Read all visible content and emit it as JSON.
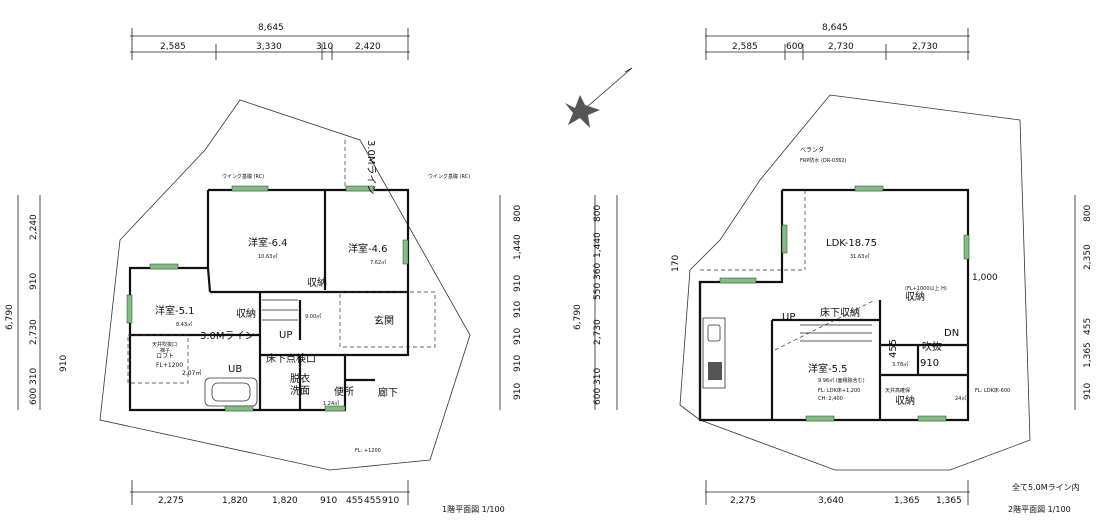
{
  "plan1": {
    "caption": "1階平面図  1/100",
    "top_total": "8,645",
    "top_dims": [
      "2,585",
      "3,330",
      "310",
      "2,420"
    ],
    "bottom_dims": [
      "2,275",
      "1,820",
      "1,820",
      "910",
      "455",
      "455",
      "910"
    ],
    "left_total": "6,790",
    "left_dims": [
      "2,240",
      "910",
      "2,730",
      "310",
      "600"
    ],
    "left_small": "910",
    "right_dims": [
      "800",
      "1,440",
      "910",
      "910",
      "910",
      "910",
      "910"
    ],
    "rooms": {
      "youshitsu64": "洋室-6.4",
      "youshitsu64_area": "10.63㎡",
      "youshitsu46": "洋室-4.6",
      "youshitsu46_area": "7.62㎡",
      "youshitsu51": "洋室-5.1",
      "youshitsu51_area": "8.43㎡",
      "shuno1": "収納",
      "shuno2": "収納",
      "genkan": "玄関",
      "rouka": "廊下",
      "toilet": "便所",
      "toilet_area": "1.24㎡",
      "datsui": "脱衣",
      "senmen": "洗面",
      "ub": "UB",
      "yuka_tenken": "床下点検口",
      "up": "UP",
      "line30": "3.0Mライン",
      "line30v": "3.0Mライン",
      "loft": "ロフト",
      "loft_fl": "FL+1200",
      "loft_area": "2.07㎡",
      "fukinuke": "天井吹抜口",
      "hashigo": "梯子",
      "wing_left": "ウイング基礎 (RC)",
      "wing_right": "ウイング基礎 (RC)",
      "hall_area": "9.00㎡",
      "fl_note": "FL: +1200"
    }
  },
  "plan2": {
    "caption": "2階平面図  1/100",
    "note": "全て5.0Mライン内",
    "top_total": "8,645",
    "top_dims": [
      "2,585",
      "600",
      "2,730",
      "2,730"
    ],
    "bottom_dims": [
      "2,275",
      "3,640",
      "1,365",
      "1,365"
    ],
    "left_total": "6,790",
    "left_dims": [
      "800",
      "1,440",
      "360",
      "550",
      "2,730",
      "310",
      "600"
    ],
    "left_small": "170",
    "right_dims": [
      "800",
      "2,350",
      "455",
      "1,365",
      "910"
    ],
    "right_inner": "1,000",
    "rooms": {
      "ldk": "LDK-18.75",
      "ldk_area": "31.63㎡",
      "youshitsu55": "洋室-5.5",
      "youshitsu55_area": "9.96㎡ (面積除含む)",
      "youshitsu55_fl": "FL: LDK床+1,200",
      "youshitsu55_ch": "CH: 2,400",
      "veranda": "ベランダ",
      "veranda_note": "FRP防水 (DR-0362)",
      "yuka_shuno": "床下収納",
      "shuno1": "収納",
      "shuno2": "収納",
      "shuno_fl": "(FL+1000以上 H)",
      "area378": "3.78㎡",
      "dim910": "910",
      "dim455": "455",
      "up": "UP",
      "dn": "DN",
      "torinoko": "吹抜",
      "ldk_fl": "FL: LDK床-600",
      "tenjo": "天井高確保",
      "area24": "24㎡"
    }
  }
}
